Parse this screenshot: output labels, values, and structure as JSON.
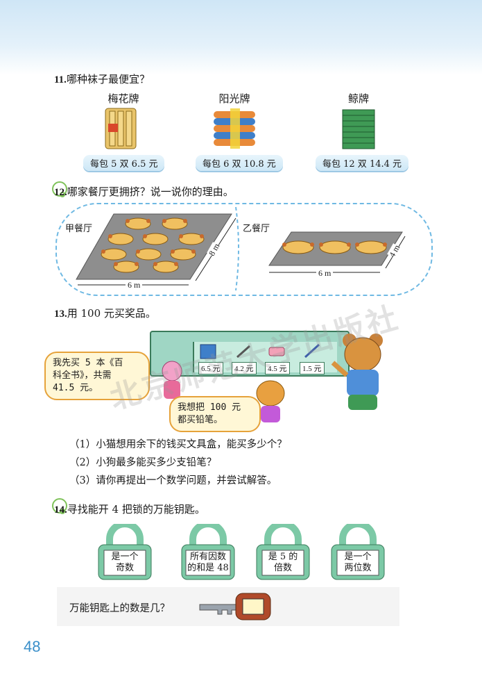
{
  "q11": {
    "number": "11.",
    "text": "哪种袜子最便宜？",
    "brands": [
      {
        "name": "梅花牌",
        "price": "每包 5 双 6.5 元"
      },
      {
        "name": "阳光牌",
        "price": "每包 6 双 10.8 元"
      },
      {
        "name": "鲸牌",
        "price": "每包 12 双 14.4 元"
      }
    ]
  },
  "q12": {
    "number": "12.",
    "text": "哪家餐厅更拥挤？说一说你的理由。",
    "restaurant_a": {
      "name": "甲餐厅",
      "width": "6 m",
      "depth": "8 m"
    },
    "restaurant_b": {
      "name": "乙餐厅",
      "width": "6 m",
      "depth": "4 m"
    }
  },
  "q13": {
    "number": "13.",
    "text": "用 100 元买奖品。",
    "shelf_prices": [
      "6.5 元",
      "4.2 元",
      "4.5 元",
      "1.5 元"
    ],
    "cat_speech": "我先买 5 本《百科全书》，共需 41.5 元。",
    "cat_lines": [
      "我先买 5 本《百",
      "科全书》，共需",
      "41.5 元。"
    ],
    "dog_lines": [
      "我想把 100 元",
      "都买铅笔。"
    ],
    "subquestions": [
      "（1）小猫想用余下的钱买文具盒，能买多少个？",
      "（2）小狗最多能买多少支铅笔？",
      "（3）请你再提出一个数学问题，并尝试解答。"
    ]
  },
  "q14": {
    "number": "14.",
    "text": "寻找能开 4 把锁的万能钥匙。",
    "locks": [
      [
        "是一个",
        "奇数"
      ],
      [
        "所有因数",
        "的和是 48"
      ],
      [
        "是 5 的",
        "倍数"
      ],
      [
        "是一个",
        "两位数"
      ]
    ],
    "key_question": "万能钥匙上的数是几？"
  },
  "page_number": "48",
  "watermark": "北京师范大学出版社",
  "colors": {
    "accent": "#3a8fc9",
    "shelf": "#9fd6c4",
    "lock": "#7cc9a6"
  }
}
